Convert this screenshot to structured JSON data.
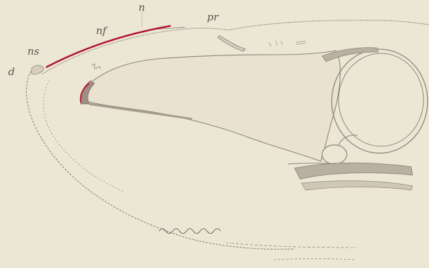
{
  "figure": {
    "background_color": "#ece6d4",
    "ink_color": "#8a857b",
    "tissue_shade_color": "#d6cfbd",
    "highlight_color": "#b3162e",
    "labels": {
      "d": "d",
      "ns": "ns",
      "nf": "nf",
      "n": "n",
      "pr": "pr"
    }
  }
}
